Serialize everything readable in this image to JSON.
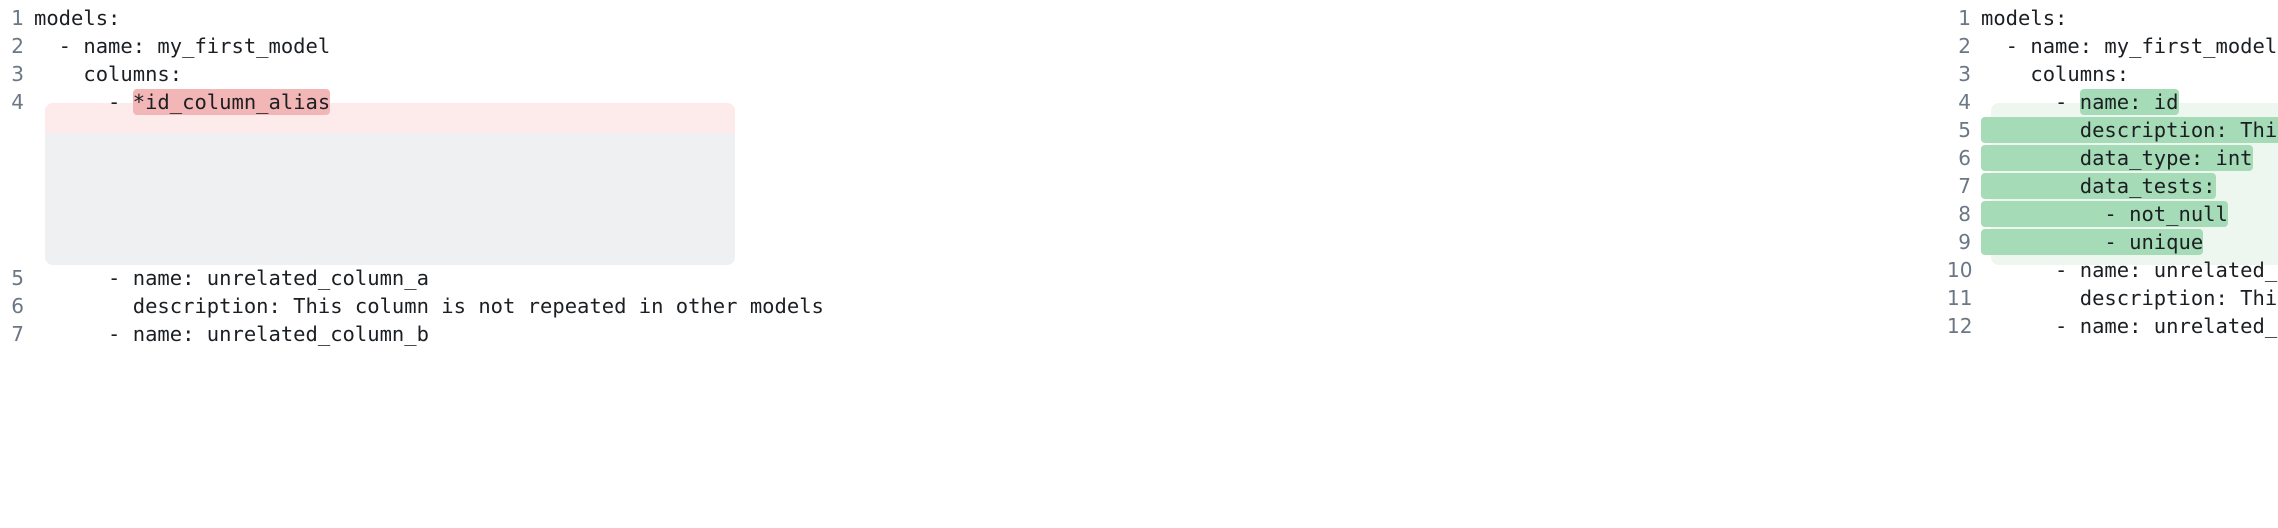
{
  "panes": {
    "left": {
      "name": "before-version",
      "block_kind": "removed",
      "lines": [
        {
          "num": "1",
          "prefix": "",
          "highlight": "",
          "suffix": "models:",
          "row": "plain"
        },
        {
          "num": "2",
          "prefix": "",
          "highlight": "",
          "suffix": "  - name: my_first_model",
          "row": "plain"
        },
        {
          "num": "3",
          "prefix": "",
          "highlight": "",
          "suffix": "    columns:",
          "row": "plain"
        },
        {
          "num": "4",
          "prefix": "      - ",
          "highlight": "*id_column_alias",
          "suffix": "",
          "row": "removed"
        },
        {
          "num": "5",
          "prefix": "",
          "highlight": "",
          "suffix": "      - name: unrelated_column_a",
          "row": "plain"
        },
        {
          "num": "6",
          "prefix": "",
          "highlight": "",
          "suffix": "        description: This column is not repeated in other models",
          "row": "plain"
        },
        {
          "num": "7",
          "prefix": "",
          "highlight": "",
          "suffix": "      - name: unrelated_column_b",
          "row": "plain"
        }
      ]
    },
    "right": {
      "name": "after-version",
      "block_kind": "added",
      "lines": [
        {
          "num": "1",
          "prefix": "",
          "highlight": "",
          "suffix": "models:",
          "row": "plain"
        },
        {
          "num": "2",
          "prefix": "",
          "highlight": "",
          "suffix": "  - name: my_first_model",
          "row": "plain"
        },
        {
          "num": "3",
          "prefix": "",
          "highlight": "",
          "suffix": "    columns:",
          "row": "plain"
        },
        {
          "num": "4",
          "prefix": "      - ",
          "highlight": "name: id",
          "suffix": "",
          "row": "added"
        },
        {
          "num": "5",
          "prefix": "",
          "highlight": "        description: This is a unique identifier.",
          "suffix": "",
          "row": "added"
        },
        {
          "num": "6",
          "prefix": "",
          "highlight": "        data_type: int",
          "suffix": "",
          "row": "added"
        },
        {
          "num": "7",
          "prefix": "",
          "highlight": "        data_tests:",
          "suffix": "",
          "row": "added"
        },
        {
          "num": "8",
          "prefix": "",
          "highlight": "          - not_null",
          "suffix": "",
          "row": "added"
        },
        {
          "num": "9",
          "prefix": "",
          "highlight": "          - unique",
          "suffix": "",
          "row": "added"
        },
        {
          "num": "10",
          "prefix": "",
          "highlight": "",
          "suffix": "      - name: unrelated_column_a",
          "row": "plain"
        },
        {
          "num": "11",
          "prefix": "",
          "highlight": "",
          "suffix": "        description: This column is not repeated in other models",
          "row": "plain"
        },
        {
          "num": "12",
          "prefix": "",
          "highlight": "",
          "suffix": "      - name: unrelated_column_b",
          "row": "plain"
        }
      ]
    }
  },
  "colors": {
    "removed_block": "#eef0f2",
    "removed_row": "#fdebeb",
    "removed_token": "#f3b6b6",
    "added_block": "#edf7ef",
    "added_token": "#a5dbb6",
    "line_number": "#6b7785",
    "code_text": "#1b1f23",
    "background": "#ffffff"
  }
}
